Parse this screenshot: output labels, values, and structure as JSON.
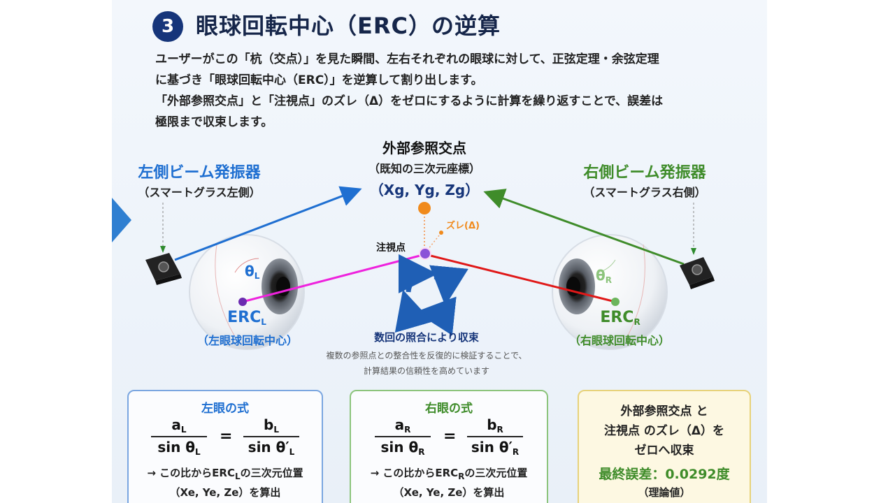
{
  "header": {
    "number": "3",
    "title": "眼球回転中心（ERC）の逆算"
  },
  "description": {
    "line1": "ユーザーがこの「杭（交点）」を見た瞬間、左右それぞれの眼球に対して、正弦定理・余弦定理",
    "line2": "に基づき「眼球回転中心（ERC）」を逆算して割り出します。",
    "line3": "「外部参照交点」と「注視点」のズレ（Δ）をゼロにするように計算を繰り返すことで、誤差は",
    "line4": "極限まで収束します。"
  },
  "diagram": {
    "reference_title": "外部参照交点",
    "reference_sub": "（既知の三次元座標）",
    "reference_coords": "（Xg, Yg, Zg）",
    "left_beam_title": "左側ビーム発振器",
    "left_beam_sub": "（スマートグラス左側）",
    "right_beam_title": "右側ビーム発振器",
    "right_beam_sub": "（スマートグラス右側）",
    "deviation_label": "ズレ(Δ)",
    "gaze_point_label": "注視点",
    "theta_left": "θ",
    "theta_left_sub": "L",
    "theta_right": "θ",
    "theta_right_sub": "R",
    "erc_left": "ERC",
    "erc_left_sub": "L",
    "erc_left_caption": "（左眼球回転中心）",
    "erc_right": "ERC",
    "erc_right_sub": "R",
    "erc_right_caption": "（右眼球回転中心）",
    "cycle_label": "数回の照合により収束",
    "cycle_note1": "複数の参照点との整合性を反復的に検証することで、",
    "cycle_note2": "計算結果の信頼性を高めています"
  },
  "left_box": {
    "title": "左眼の式",
    "num_a": "a",
    "num_a_sub": "L",
    "den_a": "sin θ",
    "den_a_sub": "L",
    "equals": "=",
    "num_b": "b",
    "num_b_sub": "L",
    "den_b": "sin θ′",
    "den_b_sub": "L",
    "line1_prefix": "→ この比からERC",
    "line1_sub": "L",
    "line1_suffix": "の三次元位置",
    "line2": "（Xe, Ye, Ze）を算出"
  },
  "right_box": {
    "title": "右眼の式",
    "num_a": "a",
    "num_a_sub": "R",
    "den_a": "sin θ",
    "den_a_sub": "R",
    "equals": "=",
    "num_b": "b",
    "num_b_sub": "R",
    "den_b": "sin θ′",
    "den_b_sub": "R",
    "line1_prefix": "→ この比からERC",
    "line1_sub": "R",
    "line1_suffix": "の三次元位置",
    "line2": "（Xe, Ye, Ze）を算出"
  },
  "result_box": {
    "line1": "外部参照交点 と",
    "line2": "注視点 のズレ（Δ）を",
    "line3": "ゼロへ収束",
    "final_error": "最終誤差：0.0292度",
    "note": "（理論値）"
  },
  "colors": {
    "navy": "#16357a",
    "left_blue": "#1f6fd1",
    "right_green": "#3f8c2a",
    "orange": "#f08a1c",
    "magenta": "#ee22dd",
    "red": "#e01818",
    "purple": "#8b52d8"
  }
}
